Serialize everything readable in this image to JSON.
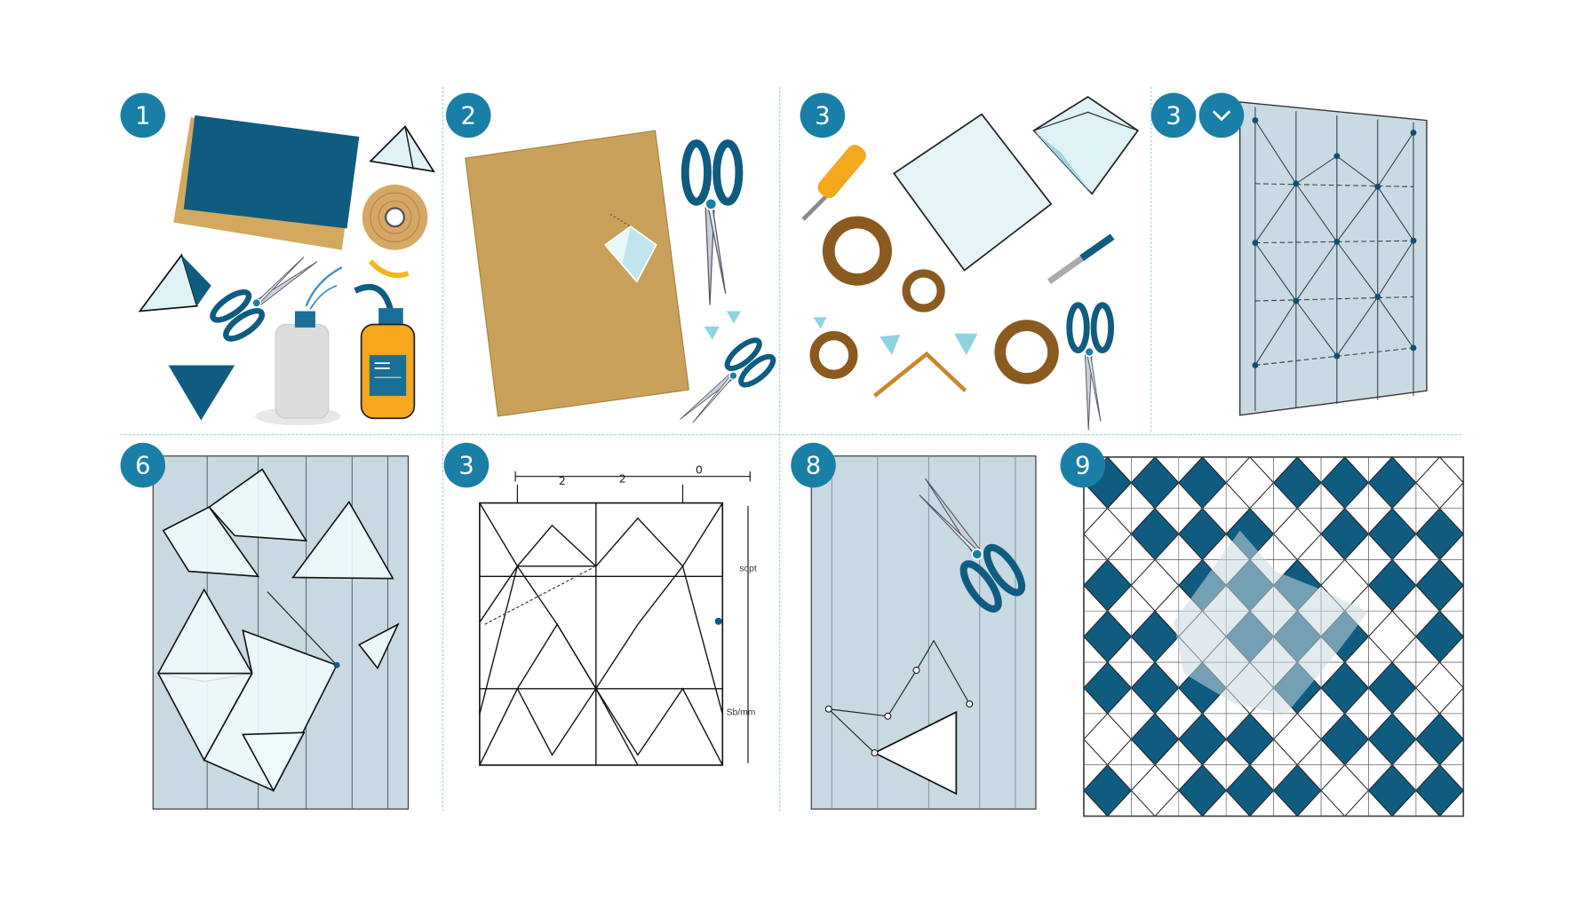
{
  "colors": {
    "badge": "#1a7fa6",
    "dark_teal": "#0f5c80",
    "cardboard": "#c9a15a",
    "sheet_blue": "#c9dae3",
    "crystal": "#dff3f7",
    "glue_yellow": "#f5a81c",
    "divider": "#8fd0dc"
  },
  "steps": [
    {
      "badge": "1"
    },
    {
      "badge": "2"
    },
    {
      "badge": "3"
    },
    {
      "badge": "3",
      "extra_icon": "chevron-down-icon"
    },
    {
      "badge": "6"
    },
    {
      "badge": "3"
    },
    {
      "badge": "8"
    },
    {
      "badge": "9"
    }
  ],
  "measure_diagram": {
    "top_labels": [
      "2",
      "2",
      "0"
    ],
    "side_labels": [
      "sopt",
      "Sb/mm"
    ]
  }
}
